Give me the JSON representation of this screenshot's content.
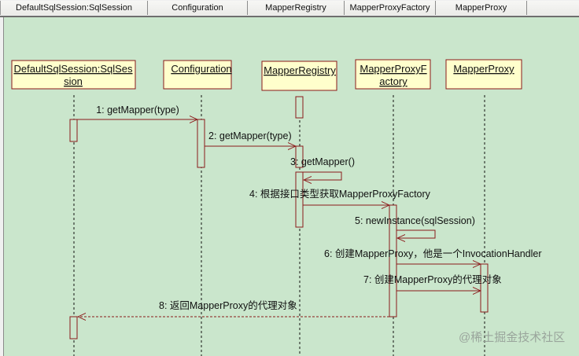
{
  "tabs": [
    {
      "label": "DefaultSqlSession:SqlSession"
    },
    {
      "label": "Configuration"
    },
    {
      "label": "MapperRegistry"
    },
    {
      "label": "MapperProxyFactory"
    },
    {
      "label": "MapperProxy"
    },
    {
      "label": ""
    }
  ],
  "colors": {
    "canvas_bg": "#cae6cc",
    "object_fill": "#ffffcc",
    "object_border": "#8b1a1a",
    "message_line": "#8b1a1a",
    "lifeline": "#111111"
  },
  "diagram": {
    "type": "sequence",
    "objects": [
      {
        "id": "session",
        "label_lines": [
          "DefaultSqlSession:SqlSes",
          "sion"
        ]
      },
      {
        "id": "config",
        "label_lines": [
          "Configuration"
        ]
      },
      {
        "id": "registry",
        "label_lines": [
          "MapperRegistry"
        ]
      },
      {
        "id": "factory",
        "label_lines": [
          "MapperProxyF",
          "actory"
        ]
      },
      {
        "id": "proxy",
        "label_lines": [
          "MapperProxy"
        ]
      }
    ],
    "messages": [
      {
        "label": "1: getMapper(type)",
        "from": "session",
        "to": "config",
        "kind": "call"
      },
      {
        "label": "2: getMapper(type)",
        "from": "config",
        "to": "registry",
        "kind": "call"
      },
      {
        "label": "3: getMapper()",
        "from": "registry",
        "to": "registry",
        "kind": "self"
      },
      {
        "label": "4: 根据接口类型获取MapperProxyFactory",
        "from": "registry",
        "to": "factory",
        "kind": "call"
      },
      {
        "label": "5: newInstance(sqlSession)",
        "from": "factory",
        "to": "factory",
        "kind": "self"
      },
      {
        "label": "6: 创建MapperProxy，他是一个InvocationHandler",
        "from": "factory",
        "to": "proxy",
        "kind": "call"
      },
      {
        "label": "7: 创建MapperProxy的代理对象",
        "from": "factory",
        "to": "proxy",
        "kind": "call"
      },
      {
        "label": "8: 返回MapperProxy的代理对象",
        "from": "factory",
        "to": "session",
        "kind": "return"
      }
    ]
  },
  "watermark": "@稀土掘金技术社区"
}
